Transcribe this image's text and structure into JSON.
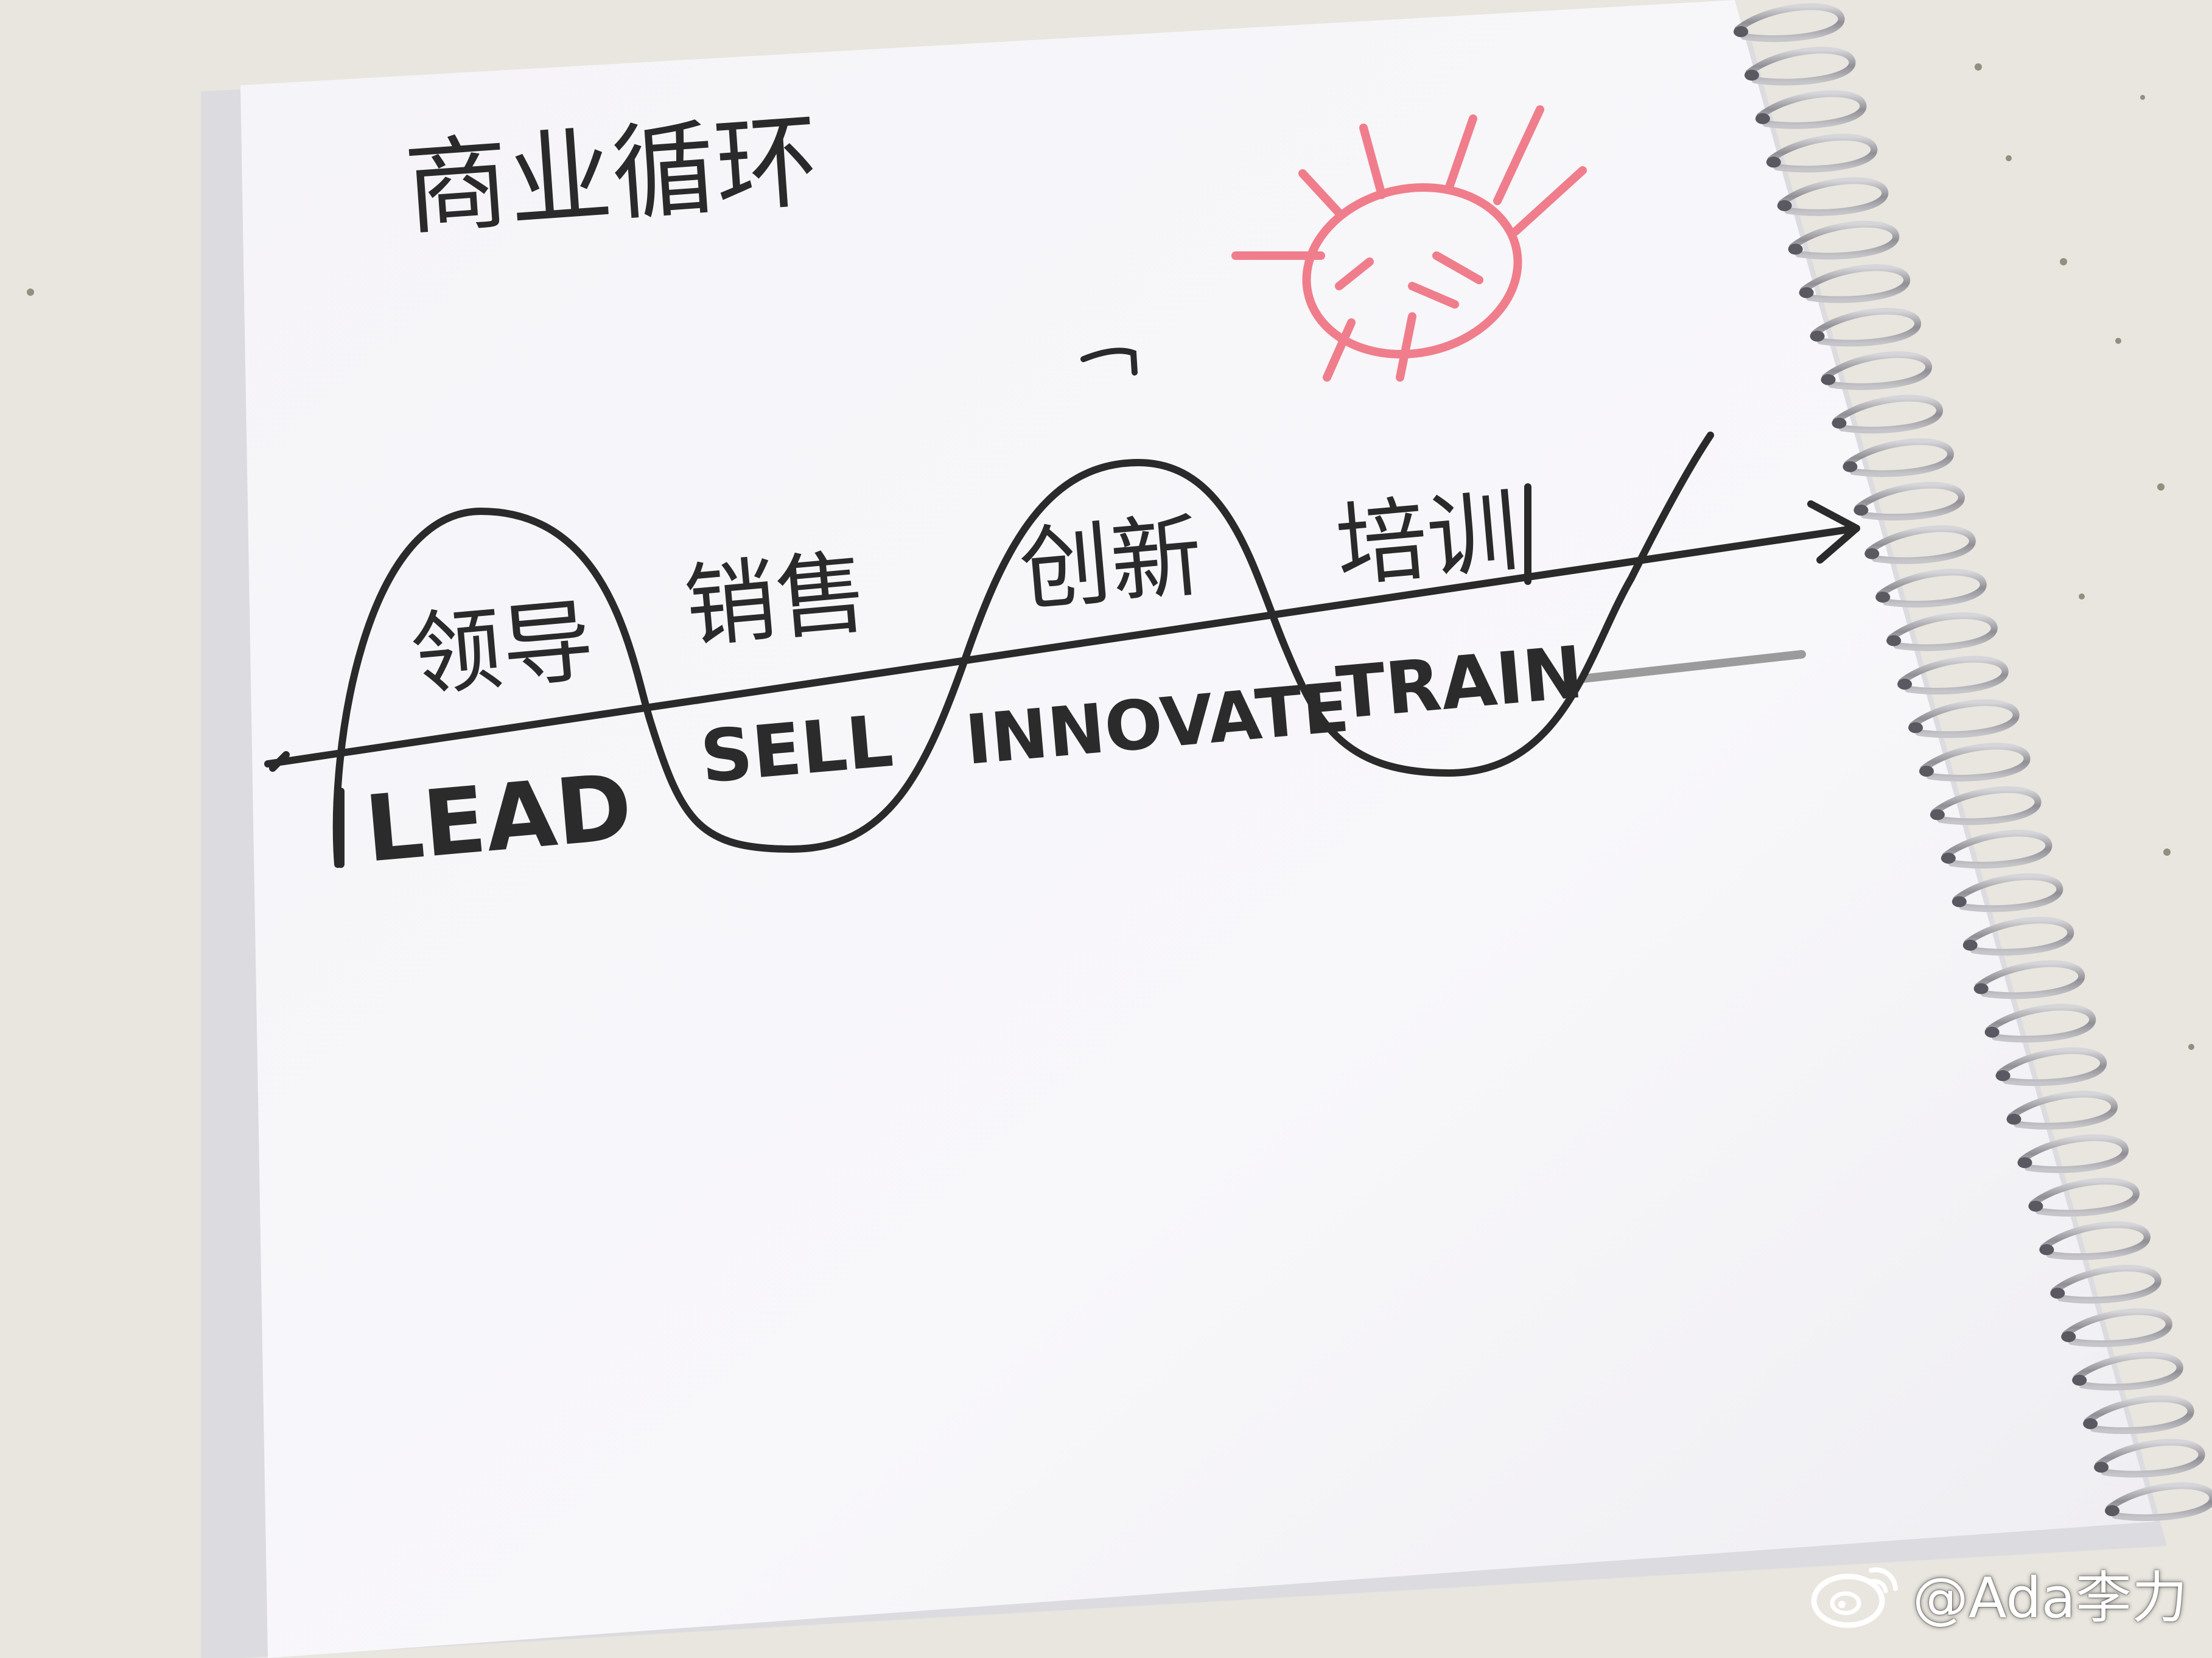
{
  "title": "商业循环",
  "peaks": [
    {
      "zh": "领导",
      "en": "LEAD"
    },
    {
      "zh": "销售",
      "en": "SELL"
    },
    {
      "zh": "创新",
      "en": "INNOVATE"
    },
    {
      "zh": "培训",
      "en": "TRAIN"
    }
  ],
  "watermark": "@Ada李力",
  "colors": {
    "ink": "#2a2a2a",
    "sun": "#f07d8b",
    "paper": "#f7f6f9",
    "background": "#e9e6df",
    "spiral": "#a8a8ad"
  },
  "icons": {
    "sun": "sun-icon",
    "weibo": "weibo-logo-icon"
  }
}
